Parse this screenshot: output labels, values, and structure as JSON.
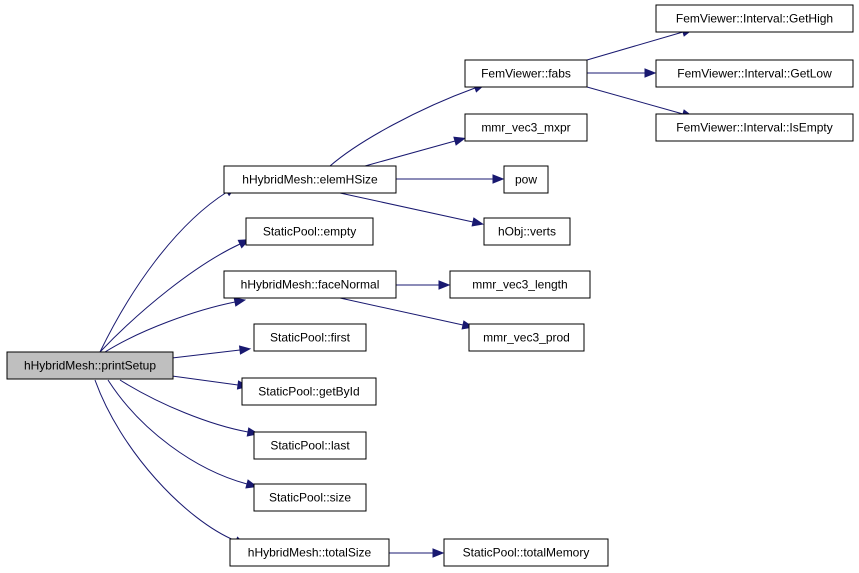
{
  "nodes": [
    {
      "id": "printSetup",
      "label": "hHybridMesh::printSetup",
      "root": true
    },
    {
      "id": "elemHSize",
      "label": "hHybridMesh::elemHSize"
    },
    {
      "id": "empty",
      "label": "StaticPool::empty"
    },
    {
      "id": "faceNormal",
      "label": "hHybridMesh::faceNormal"
    },
    {
      "id": "first",
      "label": "StaticPool::first"
    },
    {
      "id": "getById",
      "label": "StaticPool::getById"
    },
    {
      "id": "last",
      "label": "StaticPool::last"
    },
    {
      "id": "size",
      "label": "StaticPool::size"
    },
    {
      "id": "totalSize",
      "label": "hHybridMesh::totalSize"
    },
    {
      "id": "fabs",
      "label": "FemViewer::fabs"
    },
    {
      "id": "mxpr",
      "label": "mmr_vec3_mxpr"
    },
    {
      "id": "pow",
      "label": "pow"
    },
    {
      "id": "verts",
      "label": "hObj::verts"
    },
    {
      "id": "length",
      "label": "mmr_vec3_length"
    },
    {
      "id": "prod",
      "label": "mmr_vec3_prod"
    },
    {
      "id": "totalMemory",
      "label": "StaticPool::totalMemory"
    },
    {
      "id": "getHigh",
      "label": "FemViewer::Interval::GetHigh"
    },
    {
      "id": "getLow",
      "label": "FemViewer::Interval::GetLow"
    },
    {
      "id": "isEmpty",
      "label": "FemViewer::Interval::IsEmpty"
    }
  ],
  "edges": [
    {
      "from": "printSetup",
      "to": "elemHSize"
    },
    {
      "from": "printSetup",
      "to": "empty"
    },
    {
      "from": "printSetup",
      "to": "faceNormal"
    },
    {
      "from": "printSetup",
      "to": "first"
    },
    {
      "from": "printSetup",
      "to": "getById"
    },
    {
      "from": "printSetup",
      "to": "last"
    },
    {
      "from": "printSetup",
      "to": "size"
    },
    {
      "from": "printSetup",
      "to": "totalSize"
    },
    {
      "from": "elemHSize",
      "to": "fabs"
    },
    {
      "from": "elemHSize",
      "to": "mxpr"
    },
    {
      "from": "elemHSize",
      "to": "pow"
    },
    {
      "from": "elemHSize",
      "to": "verts"
    },
    {
      "from": "fabs",
      "to": "getHigh"
    },
    {
      "from": "fabs",
      "to": "getLow"
    },
    {
      "from": "fabs",
      "to": "isEmpty"
    },
    {
      "from": "faceNormal",
      "to": "length"
    },
    {
      "from": "faceNormal",
      "to": "prod"
    },
    {
      "from": "totalSize",
      "to": "totalMemory"
    }
  ]
}
